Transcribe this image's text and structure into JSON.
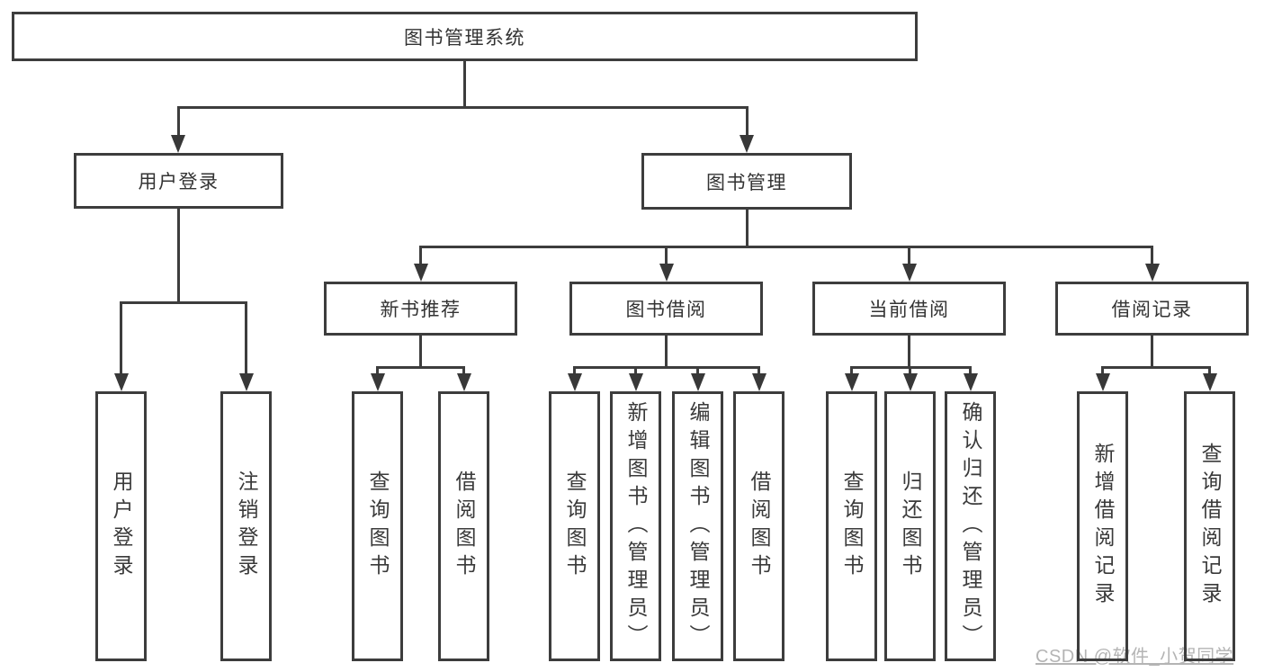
{
  "tree": {
    "root": "图书管理系统",
    "branches": [
      {
        "label": "用户登录",
        "children": [
          "用户登录",
          "注销登录"
        ]
      },
      {
        "label": "图书管理",
        "sections": [
          {
            "label": "新书推荐",
            "children": [
              "查询图书",
              "借阅图书"
            ]
          },
          {
            "label": "图书借阅",
            "children": [
              "查询图书",
              "新增图书（管理员）",
              "编辑图书（管理员）",
              "借阅图书"
            ]
          },
          {
            "label": "当前借阅",
            "children": [
              "查询图书",
              "归还图书",
              "确认归还（管理员）"
            ]
          },
          {
            "label": "借阅记录",
            "children": [
              "新增借阅记录",
              "查询借阅记录"
            ]
          }
        ]
      }
    ]
  },
  "watermark": "CSDN @软件_小贺同学",
  "colors": {
    "line": "#3d3d3d",
    "text": "#333333",
    "watermark": "#b4b4b4"
  }
}
